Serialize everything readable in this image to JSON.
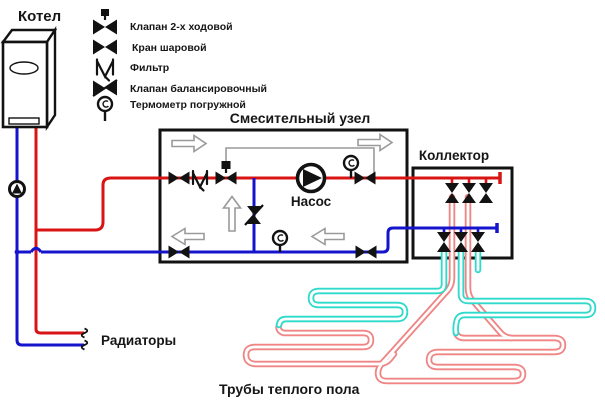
{
  "labels": {
    "boiler": "Котел",
    "mixing_unit": "Смесительный узел",
    "pump": "Насос",
    "collector": "Коллектор",
    "radiators": "Радиаторы",
    "floor_pipes": "Трубы теплого пола"
  },
  "legend": {
    "items": [
      {
        "icon": "two-way-valve-icon",
        "label": "Клапан 2-х ходовой"
      },
      {
        "icon": "ball-valve-icon",
        "label": "Кран шаровой"
      },
      {
        "icon": "filter-icon",
        "label": "Фильтр"
      },
      {
        "icon": "balancing-valve-icon",
        "label": "Клапан балансировочный"
      },
      {
        "icon": "immersion-thermometer-icon",
        "label": "Термометр погружной"
      }
    ]
  },
  "colors": {
    "supply": "#d91414",
    "return_pipe": "#1414cc",
    "floor_supply": "#ef8585",
    "floor_return": "#2fd9cb",
    "bypass": "#9a9a9a",
    "outline": "#121212"
  }
}
